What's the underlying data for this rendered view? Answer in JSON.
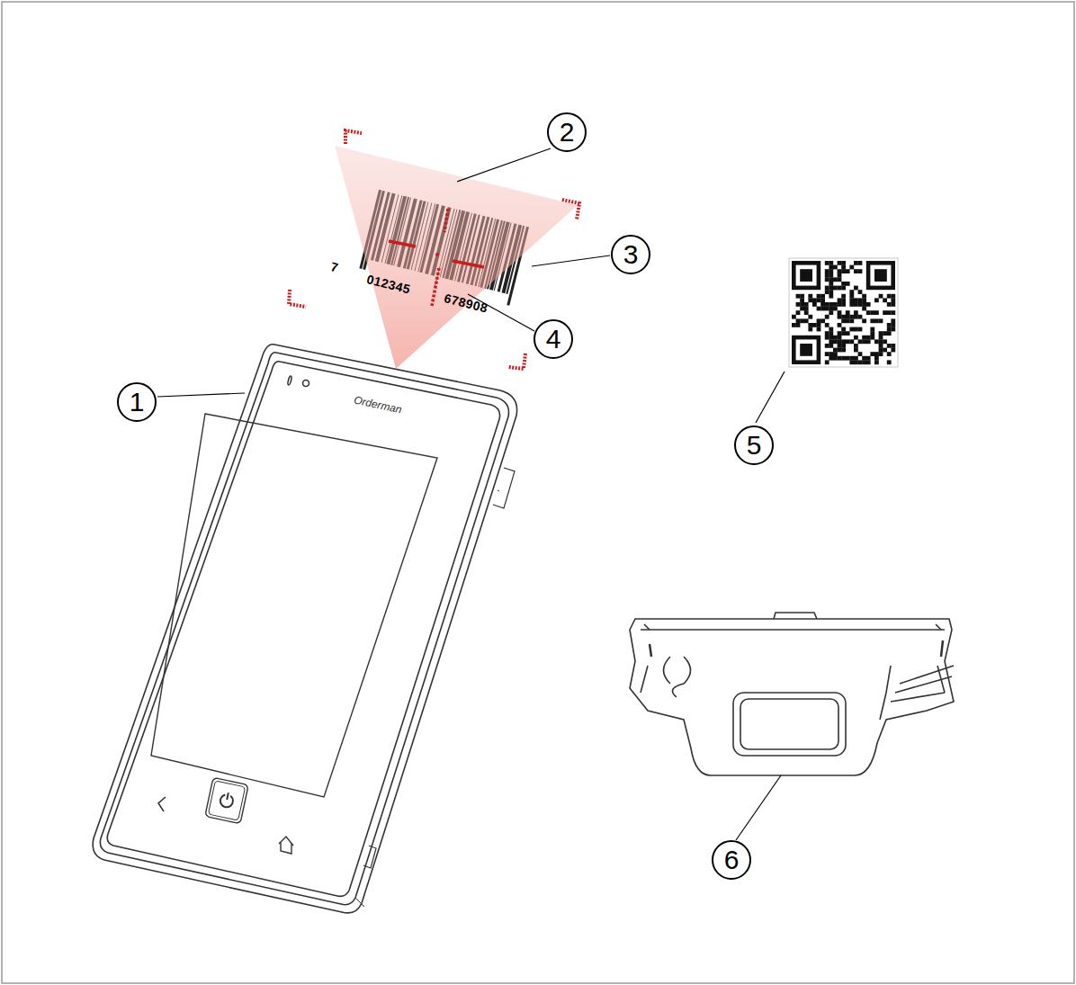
{
  "diagram": {
    "labels": [
      "1",
      "2",
      "3",
      "4",
      "5",
      "6",
      "Orderman",
      "7",
      "012345",
      "678908"
    ]
  }
}
